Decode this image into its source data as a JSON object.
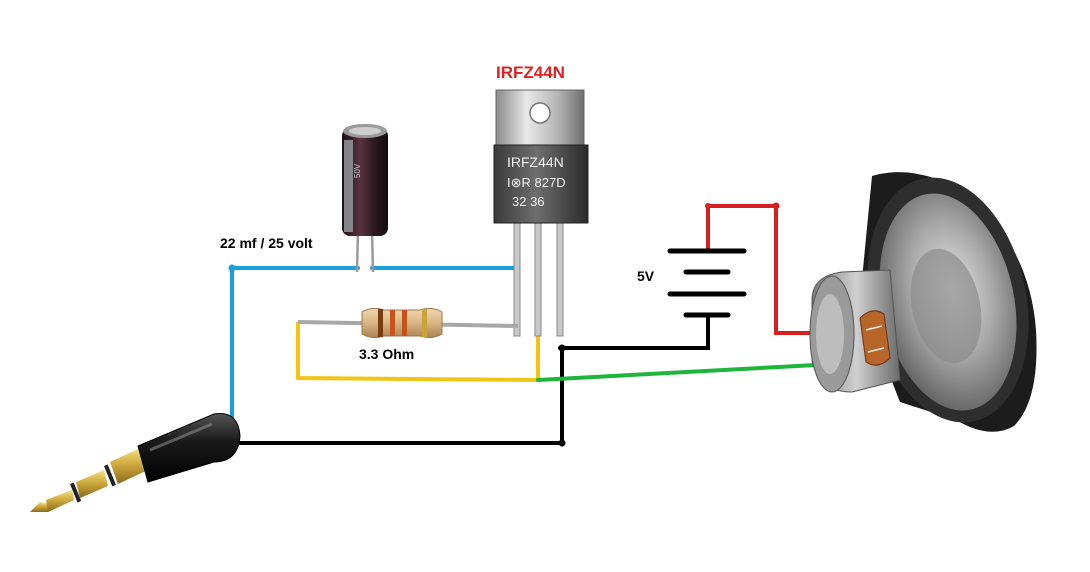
{
  "labels": {
    "transistor": "IRFZ44N",
    "capacitor": "22 mf / 25 volt",
    "resistor": "3.3 Ohm",
    "battery": "5V"
  },
  "part_markings": {
    "transistor_line1": "IRFZ44N",
    "transistor_line2": "I⊗R 827D",
    "transistor_line3": "32 36",
    "capacitor_text": "50V"
  },
  "colors": {
    "transistor_label": "#e02020",
    "wire_blue": "#1aa0d8",
    "wire_black": "#000000",
    "wire_yellow": "#f2c414",
    "wire_green": "#1db53a",
    "wire_red": "#d62020",
    "text": "#000000"
  },
  "icons": {
    "jack": "audio-jack-3.5mm-icon",
    "capacitor": "electrolytic-capacitor-icon",
    "transistor": "mosfet-to220-icon",
    "resistor": "resistor-icon",
    "battery": "battery-symbol-icon",
    "speaker": "loudspeaker-icon"
  }
}
